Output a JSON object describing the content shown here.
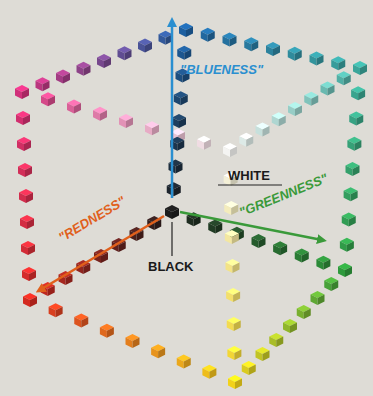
{
  "diagram": {
    "labels": [
      "\"BLUENESS\"",
      "\"GREENNESS\"",
      "\"REDNESS\"",
      "WHITE",
      "BLACK"
    ]
  }
}
